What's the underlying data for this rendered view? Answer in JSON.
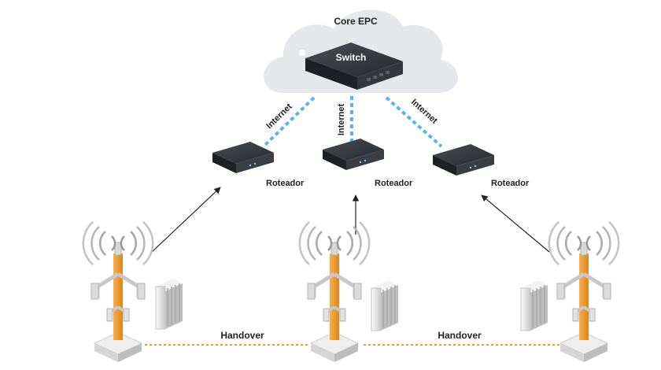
{
  "core": {
    "label": "Core EPC",
    "switch_label": "Switch"
  },
  "links": {
    "internet_label": "Internet"
  },
  "routers": [
    {
      "label": "Roteador"
    },
    {
      "label": "Roteador"
    },
    {
      "label": "Roteador"
    }
  ],
  "handover": {
    "label": "Handover"
  },
  "colors": {
    "cloud": "#e6e8eb",
    "link": "#5ab4ea",
    "tower_mast": "#f29a2e",
    "handover": "#f29a2e",
    "device_dark": "#2c2f33"
  }
}
